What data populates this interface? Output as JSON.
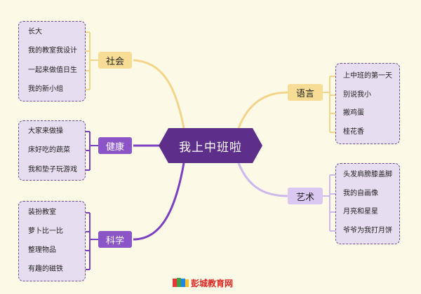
{
  "center": {
    "title": "我上中班啦"
  },
  "branches": {
    "social": {
      "label": "社会",
      "items": [
        "长大",
        "我的教室我设计",
        "一起来做值日生",
        "我的新小组"
      ]
    },
    "health": {
      "label": "健康",
      "items": [
        "大家来做操",
        "床好吃的蔬菜",
        "我和垫子玩游戏"
      ]
    },
    "science": {
      "label": "科学",
      "items": [
        "装扮教室",
        "萝卜比一比",
        "整理物品",
        "有趣的磁铁"
      ]
    },
    "language": {
      "label": "语言",
      "items": [
        "上中班的第一天",
        "别说我小",
        "搬鸡蛋",
        "桂花香"
      ]
    },
    "art": {
      "label": "艺术",
      "items": [
        "头发肩膀膝盖脚",
        "我的自画像",
        "月亮和星星",
        "爷爷为我打月饼"
      ]
    }
  },
  "footer": {
    "brand": "彭城教育网",
    "logo_icon": "book-logo-icon"
  },
  "colors": {
    "yellow": "#f2d58a",
    "purple": "#7b3fc0",
    "lavender": "#cdb7ec",
    "center": "#5e2f8a"
  }
}
